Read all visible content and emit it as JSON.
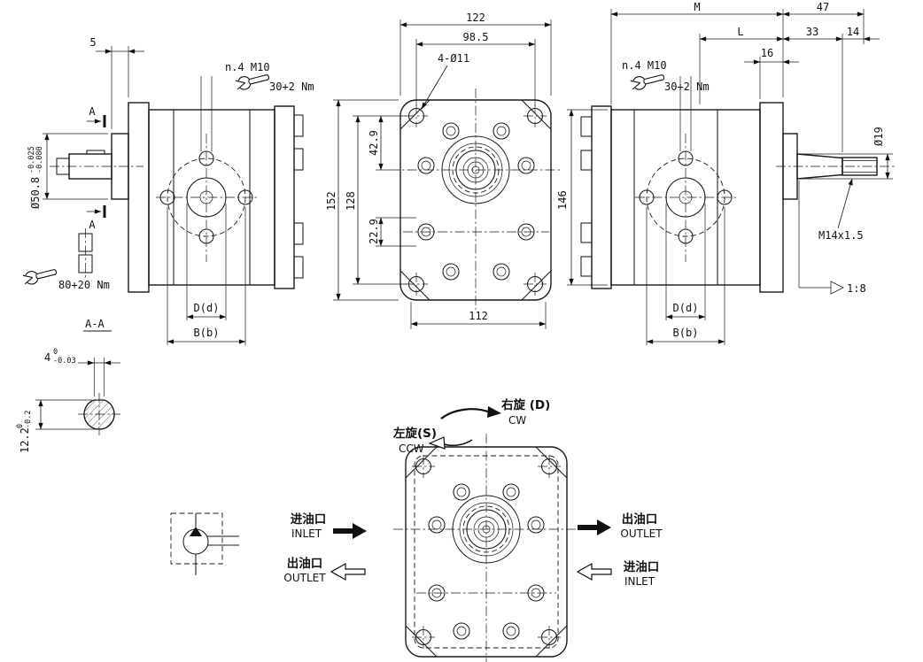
{
  "drawing": {
    "kind": "hydraulic gear pump dimensional drawing"
  },
  "left_view": {
    "dim_5": "5",
    "note_holes": "n.4 M10",
    "torque_note": "30+2 Nm",
    "section_label": "A",
    "shaft_dia": "Ø50.8",
    "shaft_tol_hi": "-0.025",
    "shaft_tol_lo": "-0.080",
    "torque_note2": "80+20 Nm",
    "dim_spigot": "D(d)",
    "dim_bolt_circle": "B(b)"
  },
  "front_view": {
    "dim_width": "122",
    "dim_hole_span": "98.5",
    "note_corner_holes": "4-Ø11",
    "dim_upper": "42.9",
    "dim_lower": "22.9",
    "dim_hole_height": "128",
    "dim_height": "152",
    "dim_body_width": "112"
  },
  "right_view": {
    "dim_m": "M",
    "dim_47": "47",
    "dim_l": "L",
    "dim_33": "33",
    "dim_14": "14",
    "dim_16": "16",
    "note_holes": "n.4 M10",
    "torque_note": "30+2 Nm",
    "dim_height": "146",
    "shaft_dia": "Ø19",
    "thread": "M14x1.5",
    "taper": "1:8",
    "dim_spigot": "D(d)",
    "dim_bolt_circle": "B(b)"
  },
  "section_view": {
    "title": "A-A",
    "key_width": "4",
    "key_tol_hi": "0",
    "key_tol_lo": "-0.03",
    "key_depth": "12.2",
    "depth_tol_hi": "0",
    "depth_tol_lo": "-0.2"
  },
  "rotation_view": {
    "cw_label_cn": "右旋 (D)",
    "cw_label": "CW",
    "ccw_label_cn": "左旋(S)",
    "ccw_label": "CCW",
    "left_port_top_cn": "进油口",
    "left_port_top": "INLET",
    "left_port_bottom_cn": "出油口",
    "left_port_bottom": "OUTLET",
    "right_port_top_cn": "出油口",
    "right_port_top": "OUTLET",
    "right_port_bottom_cn": "进油口",
    "right_port_bottom": "INLET"
  }
}
